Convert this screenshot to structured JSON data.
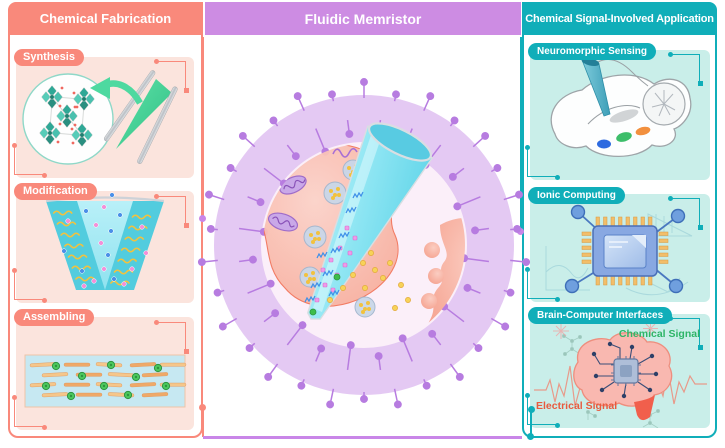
{
  "figure": {
    "left_header": "Chemical Fabrication",
    "center_header": "Fluidic Memristor",
    "right_header": "Chemical Signal-Involved Application"
  },
  "fabrication_sections": [
    {
      "label": "Synthesis"
    },
    {
      "label": "Modification"
    },
    {
      "label": "Assembling"
    }
  ],
  "application_sections": [
    {
      "label": "Neuromorphic Sensing"
    },
    {
      "label": "Ionic Computing"
    },
    {
      "label": "Brain-Computer Interfaces"
    }
  ],
  "bci_labels": {
    "chemical_signal": "Chemical Signal",
    "electrical_signal": "Electrical Signal"
  },
  "colors": {
    "fabrication_accent": "#F9897B",
    "fabrication_panel": "#FBE4DD",
    "memristor_accent": "#CD8CE3",
    "membrane_ring": "#E4C9F3",
    "receptor_pin": "#B77CE0",
    "bottom_connector": "#C986E8",
    "application_accent": "#10AEB9",
    "application_panel": "#C9EEE9",
    "chemical_signal_text": "#2EB567",
    "electrical_signal_text": "#E85A3E"
  }
}
